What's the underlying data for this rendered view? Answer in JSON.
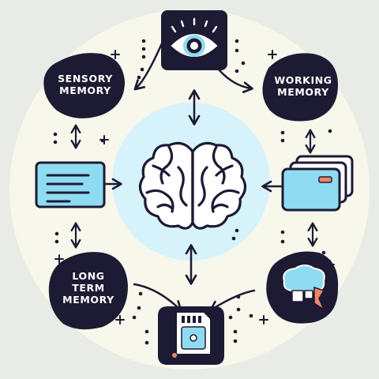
{
  "nodes": {
    "sensory": {
      "label_line1": "SENSORY",
      "label_line2": "MEMORY"
    },
    "working": {
      "label_line1": "WORKING",
      "label_line2": "MEMORY"
    },
    "long_term": {
      "label_line1": "LONG",
      "label_line2": "TERM",
      "label_line3": "MEMORY"
    }
  },
  "icons": {
    "top": "eye-icon",
    "center": "brain-icon",
    "left": "text-card-icon",
    "right": "stacked-cards-icon",
    "bottom": "sd-card-icon",
    "bottom_right": "brain-chip-icon"
  },
  "colors": {
    "background": "#e8ebe6",
    "outer_circle": "#f7f7ec",
    "center_glow": "#d6f3fb",
    "dark": "#1d1a33",
    "light_blue": "#8fdcf2",
    "accent": "#f08566",
    "white": "#ffffff"
  }
}
